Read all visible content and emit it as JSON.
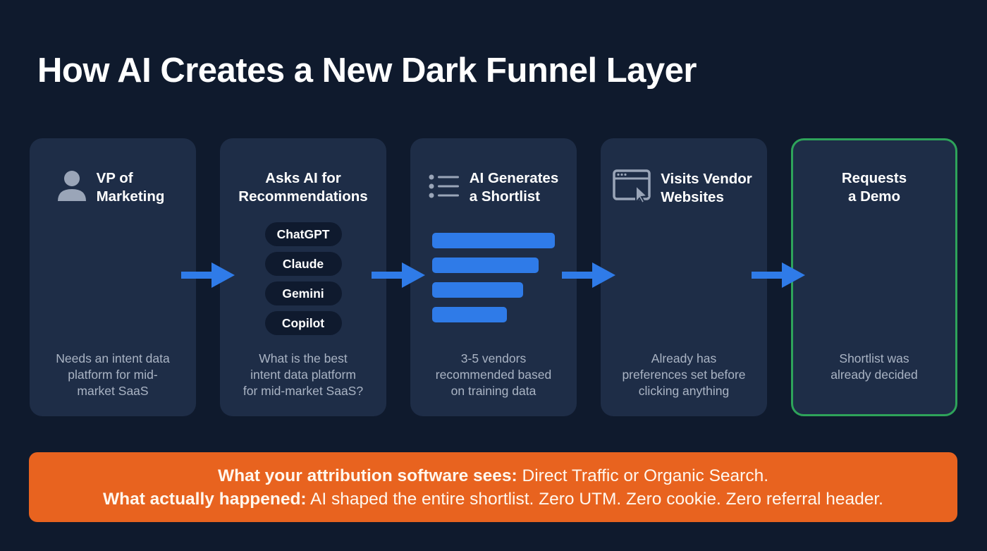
{
  "title": "How AI Creates a New Dark Funnel Layer",
  "colors": {
    "background": "#0f1a2d",
    "card": "#1e2d47",
    "accent_blue": "#2f7be8",
    "final_border": "#2ea35a",
    "banner": "#e8631f"
  },
  "steps": [
    {
      "icon": "user-icon",
      "title": "VP of\nMarketing",
      "description": "Needs an intent data\nplatform for mid-\nmarket SaaS"
    },
    {
      "title": "Asks AI for\nRecommendations",
      "ai_tools": [
        "ChatGPT",
        "Claude",
        "Gemini",
        "Copilot"
      ],
      "description": "What is the best\nintent data platform\nfor mid-market SaaS?"
    },
    {
      "icon": "list-icon",
      "title": "AI Generates\na Shortlist",
      "shortlist_bars": 4,
      "description": "3-5 vendors\nrecommended based\non training data"
    },
    {
      "icon": "browser-cursor-icon",
      "title": "Visits Vendor\nWebsites",
      "description": "Already has\npreferences set before\nclicking anything"
    },
    {
      "title": "Requests\na Demo",
      "description": "Shortlist was\nalready decided",
      "highlighted": true
    }
  ],
  "banner": {
    "line1_label": "What your attribution software sees:",
    "line1_text": " Direct Traffic or Organic Search.",
    "line2_label": "What actually happened:",
    "line2_text": " AI shaped the entire shortlist. Zero UTM. Zero cookie. Zero referral header."
  }
}
